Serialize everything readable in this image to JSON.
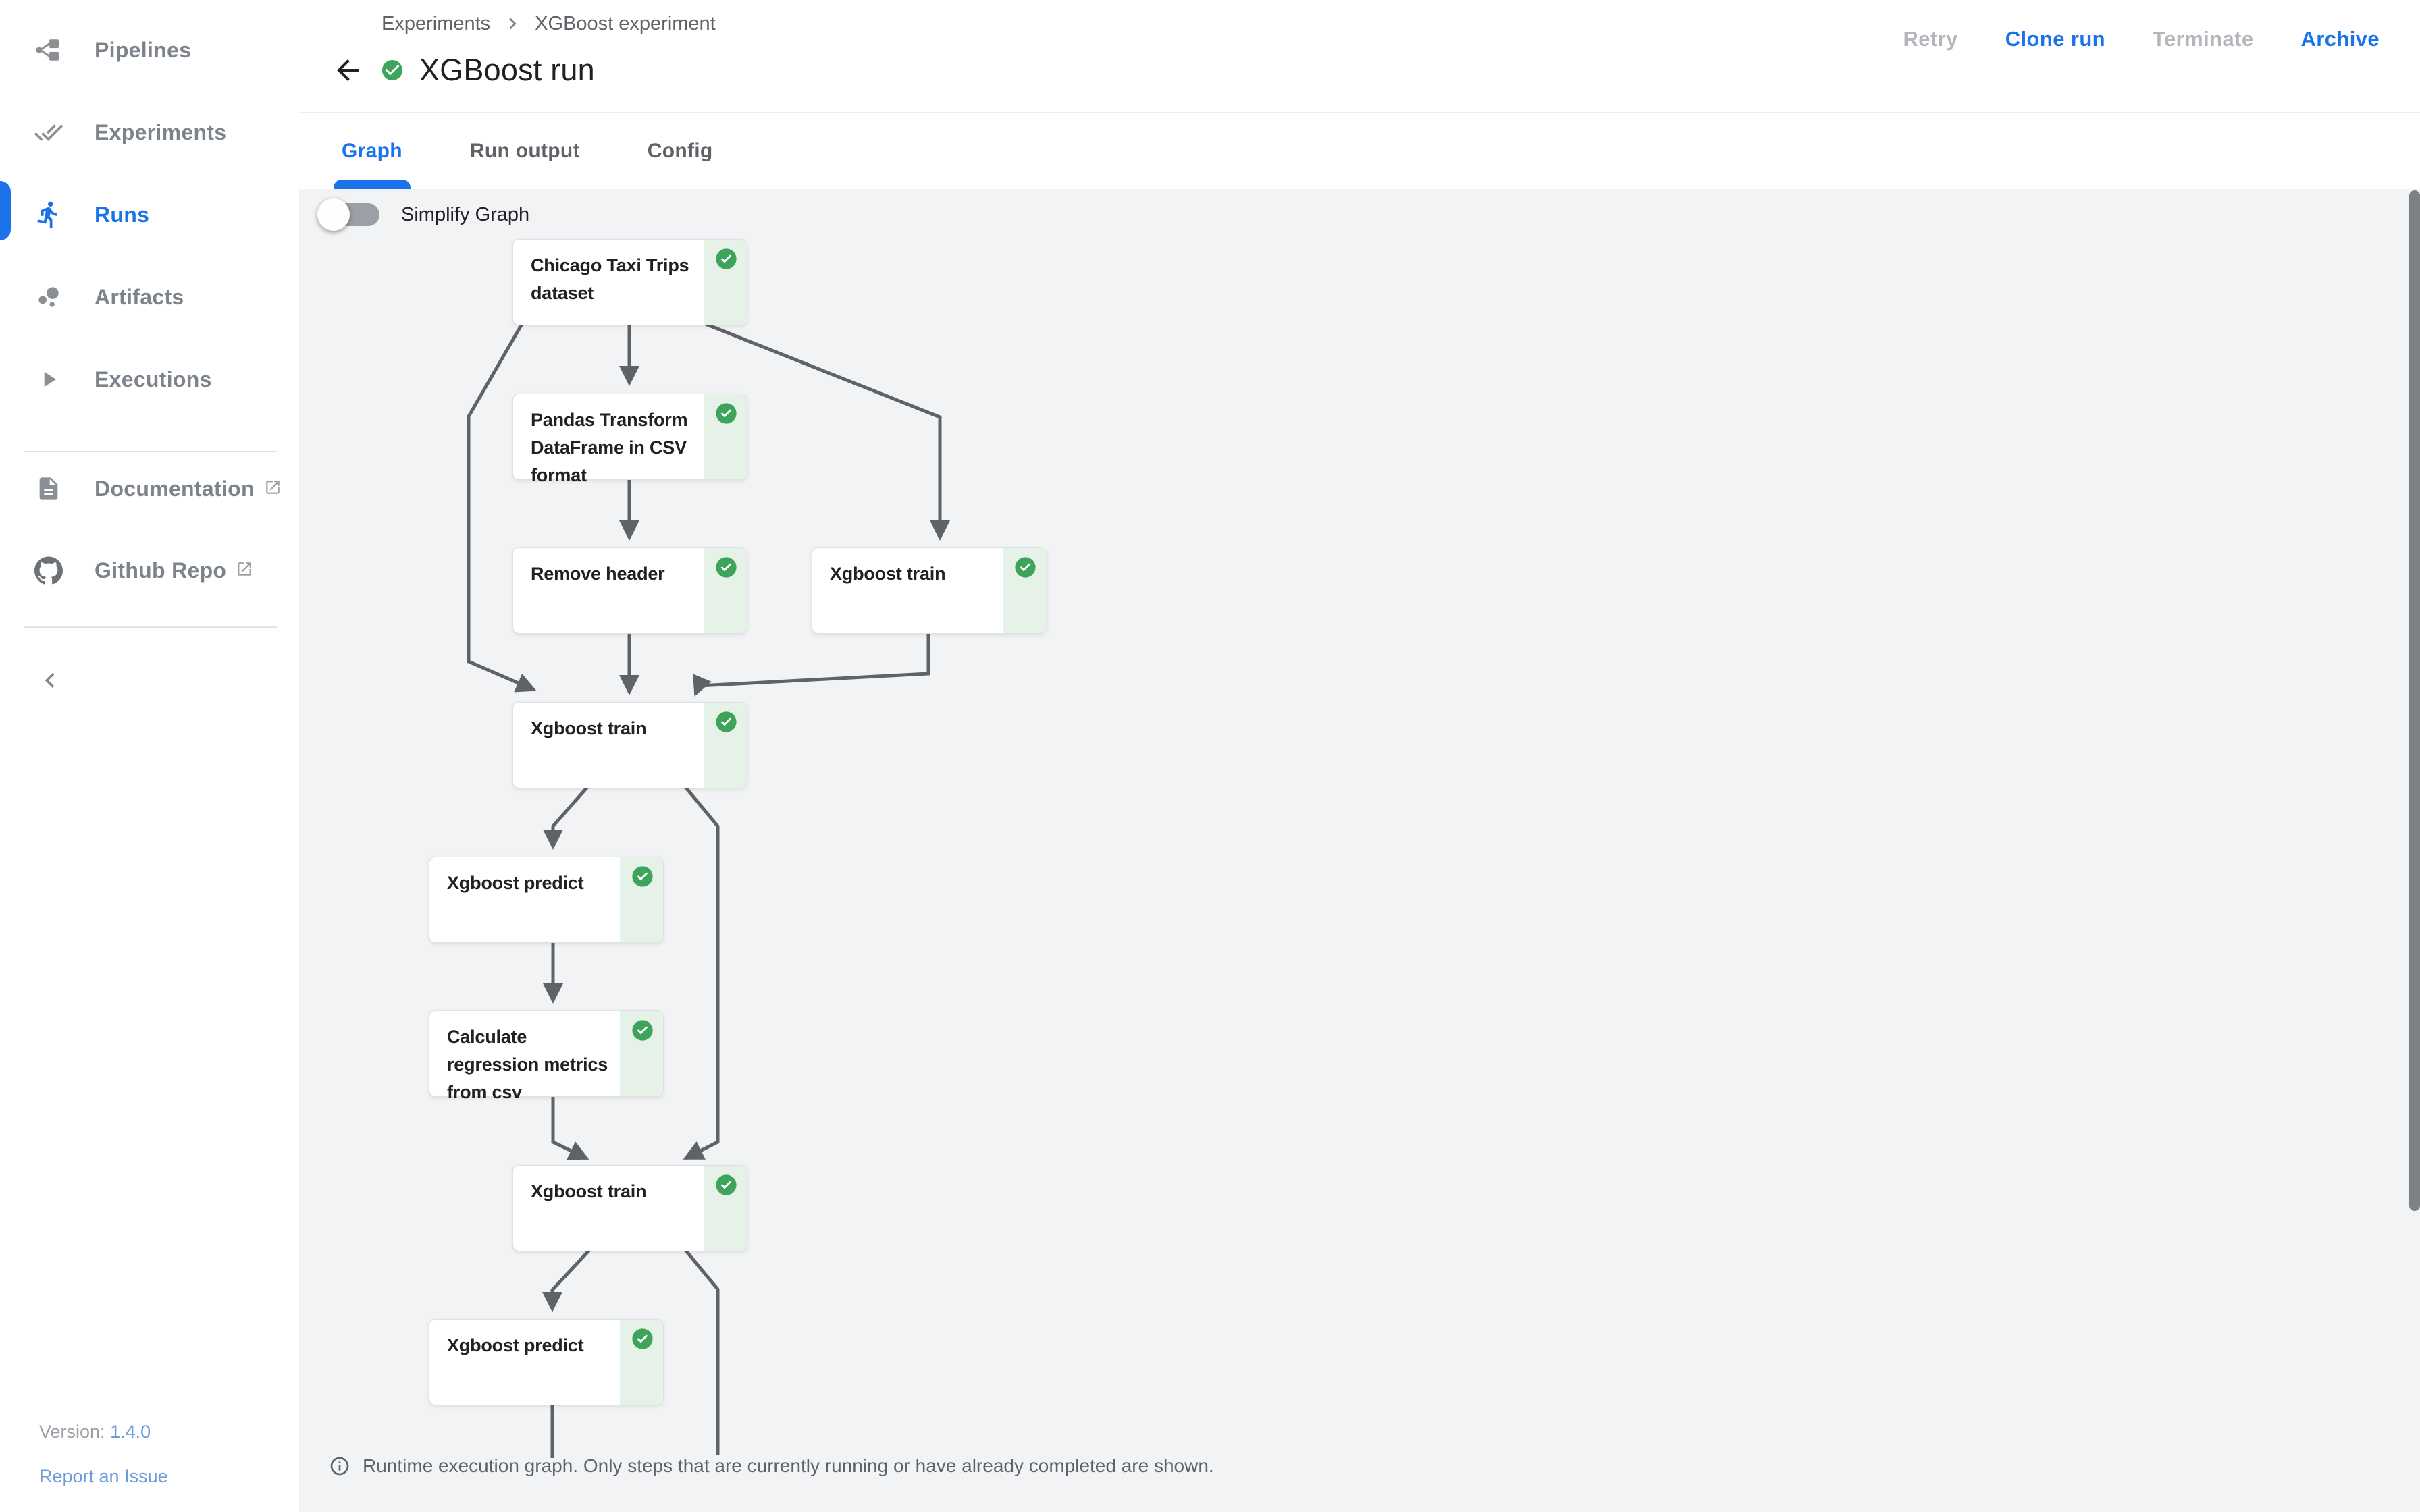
{
  "sidebar": {
    "items": [
      {
        "label": "Pipelines",
        "icon": "pipelines-icon",
        "active": false
      },
      {
        "label": "Experiments",
        "icon": "experiments-icon",
        "active": false
      },
      {
        "label": "Runs",
        "icon": "runs-icon",
        "active": true
      },
      {
        "label": "Artifacts",
        "icon": "artifacts-icon",
        "active": false
      },
      {
        "label": "Executions",
        "icon": "executions-icon",
        "active": false
      }
    ],
    "links": [
      {
        "label": "Documentation",
        "icon": "document-icon",
        "external": true
      },
      {
        "label": "Github Repo",
        "icon": "github-icon",
        "external": true
      }
    ],
    "version_label": "Version:",
    "version_value": "1.4.0",
    "report_link": "Report an Issue"
  },
  "header": {
    "breadcrumb": {
      "root": "Experiments",
      "current": "XGBoost experiment"
    },
    "title": "XGBoost run",
    "run_status": "succeeded",
    "actions": [
      {
        "label": "Retry",
        "enabled": false
      },
      {
        "label": "Clone run",
        "enabled": true
      },
      {
        "label": "Terminate",
        "enabled": false
      },
      {
        "label": "Archive",
        "enabled": true
      }
    ],
    "tabs": [
      {
        "label": "Graph",
        "active": true
      },
      {
        "label": "Run output",
        "active": false
      },
      {
        "label": "Config",
        "active": false
      }
    ]
  },
  "graph": {
    "simplify_label": "Simplify Graph",
    "simplify_on": false,
    "nodes": [
      {
        "label": "Chicago Taxi Trips dataset",
        "status": "succeeded"
      },
      {
        "label": "Pandas Transform DataFrame in CSV format",
        "status": "succeeded"
      },
      {
        "label": "Remove header",
        "status": "succeeded"
      },
      {
        "label": "Xgboost train",
        "status": "succeeded"
      },
      {
        "label": "Xgboost train",
        "status": "succeeded"
      },
      {
        "label": "Xgboost predict",
        "status": "succeeded"
      },
      {
        "label": "Calculate regression metrics from csv",
        "status": "succeeded"
      },
      {
        "label": "Xgboost train",
        "status": "succeeded"
      },
      {
        "label": "Xgboost predict",
        "status": "succeeded"
      }
    ],
    "edges": [
      {
        "source": 0,
        "target": 1
      },
      {
        "source": 0,
        "target": 3
      },
      {
        "source": 0,
        "target": 4
      },
      {
        "source": 1,
        "target": 2
      },
      {
        "source": 2,
        "target": 4
      },
      {
        "source": 3,
        "target": 4
      },
      {
        "source": 4,
        "target": 5
      },
      {
        "source": 4,
        "target": 7
      },
      {
        "source": 5,
        "target": 6
      },
      {
        "source": 6,
        "target": 7
      },
      {
        "source": 7,
        "target": 8
      },
      {
        "source": 7,
        "target": "offscreen"
      },
      {
        "source": 8,
        "target": "offscreen"
      }
    ],
    "note": "Runtime execution graph. Only steps that are currently running or have already completed are shown."
  },
  "colors": {
    "accent": "#1a73e8",
    "success": "#3fa45b",
    "success_strip": "#e6f1e7",
    "edge": "#5f6368",
    "canvas": "#f1f3f4"
  }
}
